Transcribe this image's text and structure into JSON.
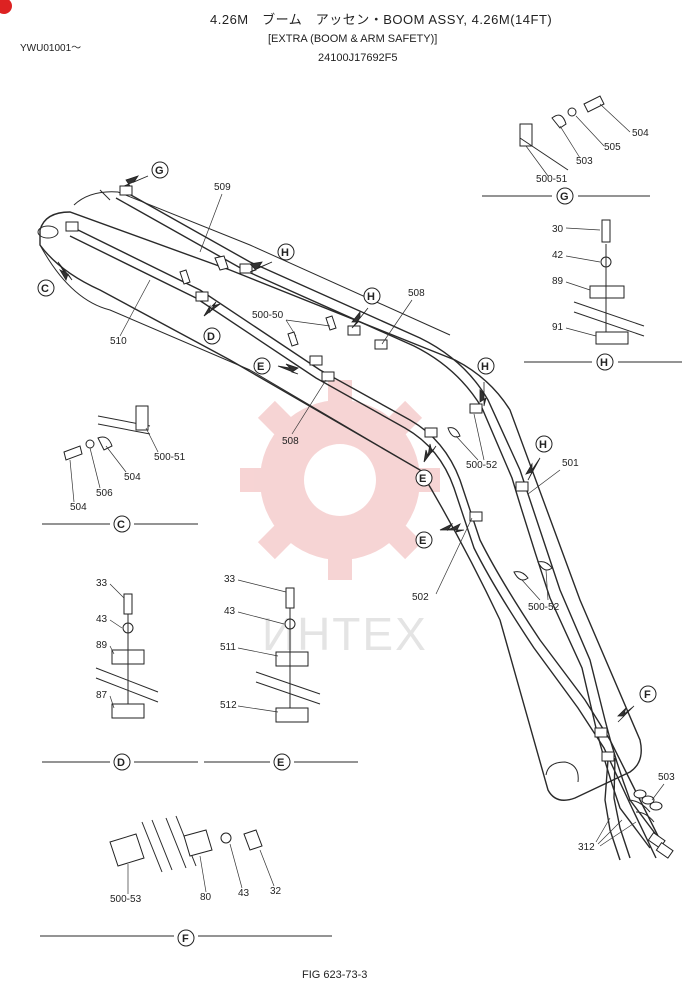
{
  "header": {
    "title": "4.26M　ブーム　アッセン・BOOM ASSY, 4.26M(14FT)",
    "subtitle": "[EXTRA (BOOM & ARM SAFETY)]",
    "part_number": "24100J17692F5",
    "serial": "YWU01001〜"
  },
  "watermark": "ИНТЕХ",
  "footer": "FIG 623-73-3",
  "callout_letters": {
    "g": "G",
    "c": "C",
    "d": "D",
    "e": "E",
    "h": "H",
    "f": "F"
  },
  "labels": {
    "p30": "30",
    "p32": "32",
    "p33": "33",
    "p42": "42",
    "p43": "43",
    "p80": "80",
    "p87": "87",
    "p89": "89",
    "p91": "91",
    "p312": "312",
    "p501": "501",
    "p502": "502",
    "p503": "503",
    "p504": "504",
    "p505": "505",
    "p506": "506",
    "p508": "508",
    "p509": "509",
    "p510": "510",
    "p511": "511",
    "p512": "512",
    "p500_50": "500-50",
    "p500_51": "500-51",
    "p500_52": "500-52",
    "p500_53": "500-53"
  },
  "icons": [
    "callout-arrow-icon",
    "section-circle-icon",
    "bolt-icon",
    "washer-icon",
    "clamp-icon"
  ]
}
